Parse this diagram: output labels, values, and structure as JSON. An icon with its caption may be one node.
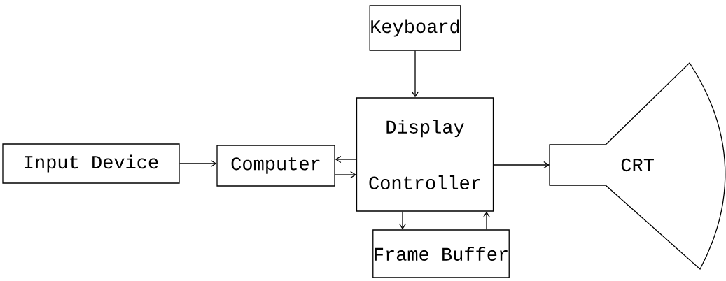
{
  "diagram": {
    "nodes": [
      {
        "text": [
          "Keyboard"
        ]
      },
      {
        "text": [
          "Input Device"
        ]
      },
      {
        "text": [
          "Computer"
        ]
      },
      {
        "text": [
          "Display Controller"
        ]
      },
      {
        "text": [
          "Frame Buffer"
        ]
      },
      {
        "text": [
          "CRT"
        ]
      }
    ],
    "edges": [
      {
        "from": 0,
        "to": 3,
        "arrow": "to"
      },
      {
        "from": 1,
        "to": 2,
        "arrow": "to"
      },
      {
        "from": 3,
        "to": 2,
        "arrow": "to"
      },
      {
        "from": 2,
        "to": 3,
        "arrow": "to"
      },
      {
        "from": 3,
        "to": 5,
        "arrow": "to"
      },
      {
        "from": 3,
        "to": 4,
        "arrow": "to"
      },
      {
        "from": 4,
        "to": 3,
        "arrow": "to"
      }
    ]
  }
}
